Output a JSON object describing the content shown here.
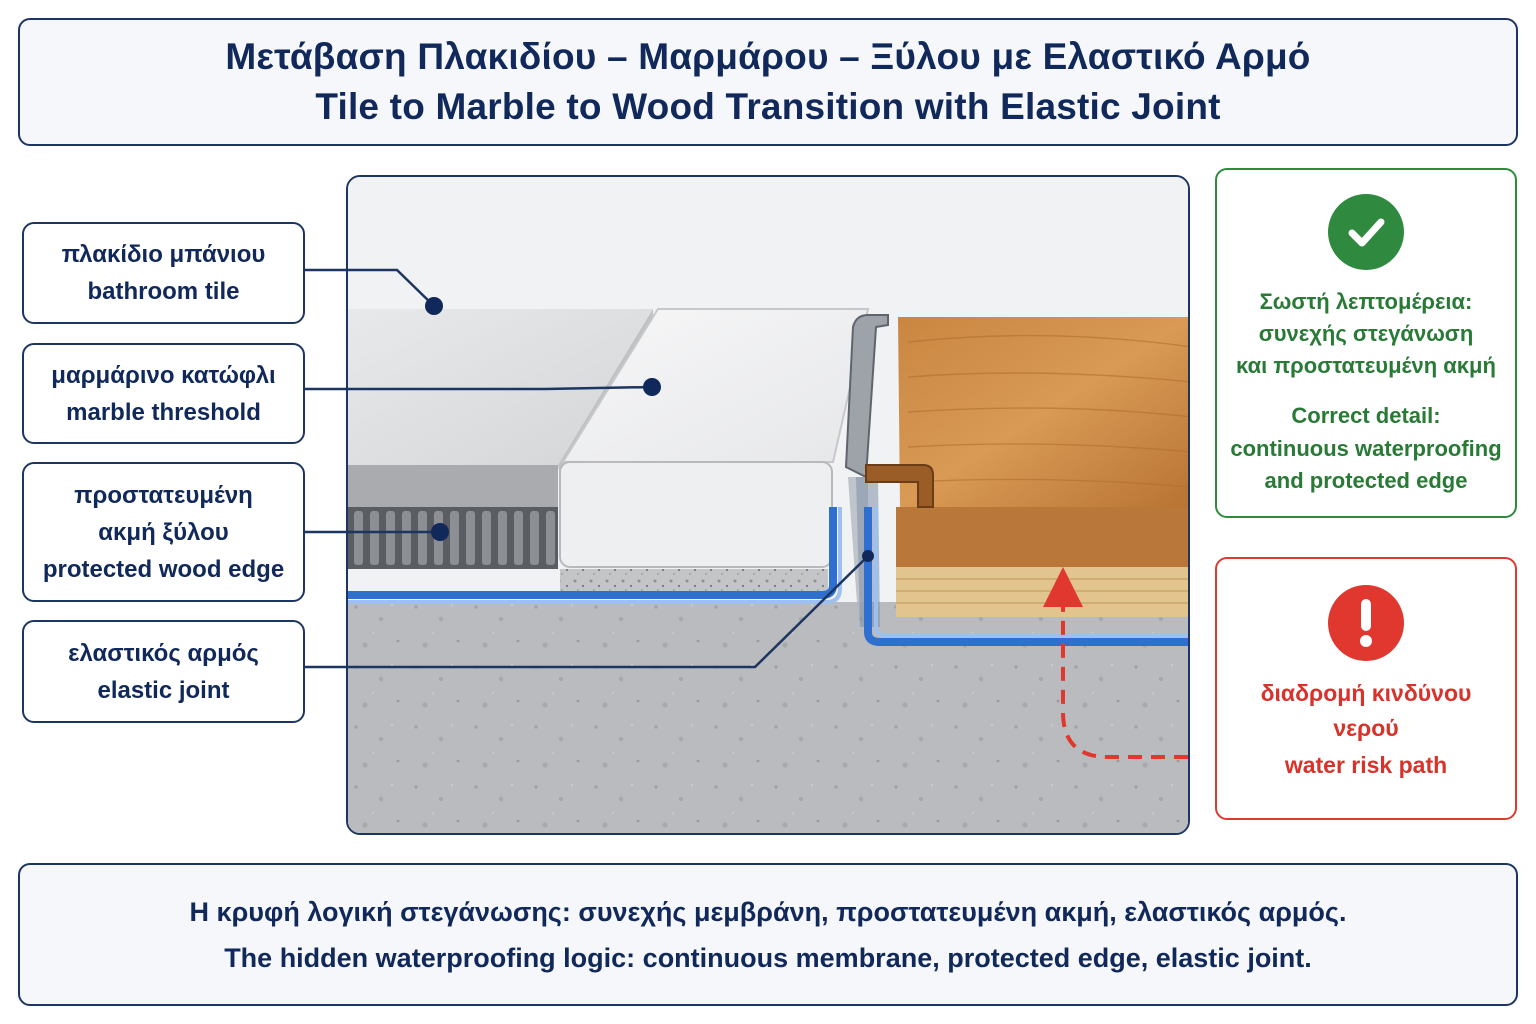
{
  "title": {
    "greek": "Μετάβαση Πλακιδίου – Μαρμάρου – Ξύλου με Ελαστικό Αρμό",
    "english": "Tile to Marble to Wood Transition with Elastic Joint"
  },
  "labels": [
    {
      "greek": "πλακίδιο μπάνιου",
      "english": "bathroom tile"
    },
    {
      "greek": "μαρμάρινο κατώφλι",
      "english": "marble threshold"
    },
    {
      "greek1": "προστατευμένη",
      "greek2": "ακμή ξύλου",
      "english": "protected wood edge"
    },
    {
      "greek": "ελαστικός αρμός",
      "english": "elastic joint"
    }
  ],
  "correct_note": {
    "icon": "check-icon",
    "greek1": "Σωστή λεπτομέρεια:",
    "greek2": "συνεχής στεγάνωση",
    "greek3": "και προστατευμένη ακμή",
    "english1": "Correct detail:",
    "english2": "continuous waterproofing",
    "english3": "and protected edge"
  },
  "risk_note": {
    "icon": "exclamation-icon",
    "greek1": "διαδρομή κινδύνου",
    "greek2": "νερού",
    "english": "water risk path"
  },
  "footer": {
    "greek": "Η κρυφή λογική στεγάνωσης: συνεχής μεμβράνη, προστατευμένη ακμή, ελαστικός αρμός.",
    "english": "The hidden waterproofing logic: continuous membrane, protected edge, elastic joint."
  },
  "colors": {
    "navy": "#10295a",
    "good": "#2f8a3f",
    "risk": "#e0382e",
    "membrane": "#2f6fd0",
    "wood": "#c98a45",
    "concrete": "#b8babd"
  }
}
